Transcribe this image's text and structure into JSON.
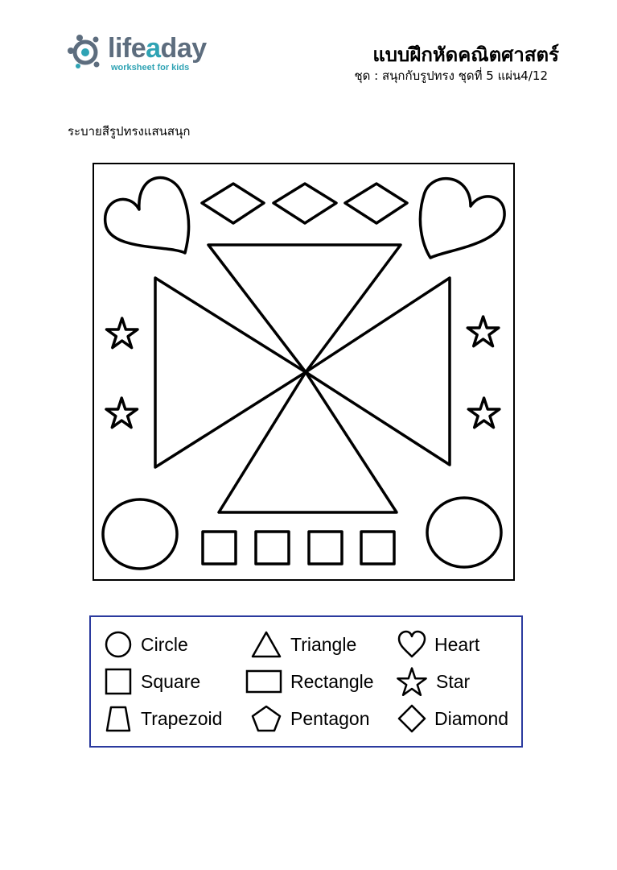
{
  "logo": {
    "name_part1": "life",
    "name_accent": "a",
    "name_part2": "day",
    "tagline": "worksheet for kids"
  },
  "header": {
    "title": "แบบฝึกหัดคณิตศาสตร์",
    "subtitle": "ชุด : สนุกกับรูปทรง  ชุดที่ 5 แผ่น4/12"
  },
  "instruction": "ระบายสีรูปทรงแสนสนุก",
  "legend": {
    "items": [
      {
        "shape": "circle",
        "label": "Circle"
      },
      {
        "shape": "triangle",
        "label": "Triangle"
      },
      {
        "shape": "heart",
        "label": "Heart"
      },
      {
        "shape": "square",
        "label": "Square"
      },
      {
        "shape": "rectangle",
        "label": "Rectangle"
      },
      {
        "shape": "star",
        "label": "Star"
      },
      {
        "shape": "trapezoid",
        "label": "Trapezoid"
      },
      {
        "shape": "pentagon",
        "label": "Pentagon"
      },
      {
        "shape": "diamond",
        "label": "Diamond"
      }
    ]
  },
  "colors": {
    "logo_gray": "#5d6d7e",
    "logo_teal": "#2fa3b4",
    "legend_border": "#2b3a9e"
  }
}
